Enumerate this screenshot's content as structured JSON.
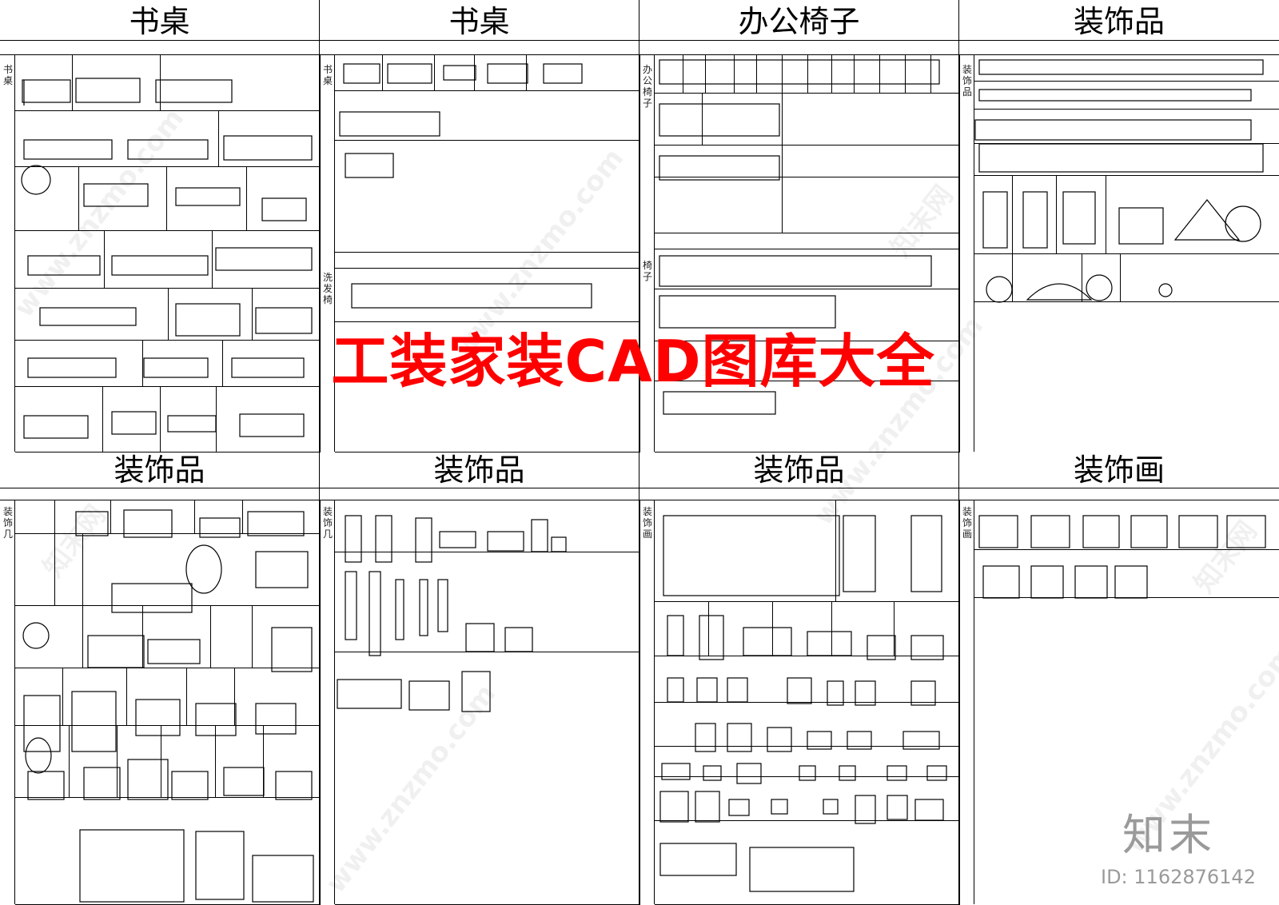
{
  "banner": {
    "text": "工装家装CAD图库大全"
  },
  "panels_top": [
    {
      "title": "书桌",
      "labels": [
        "书",
        "桌"
      ]
    },
    {
      "title": "书桌",
      "labels": [
        "书",
        "桌"
      ],
      "labels2": [
        "洗",
        "发",
        "椅"
      ]
    },
    {
      "title": "办公椅子",
      "labels": [
        "办",
        "公",
        "椅",
        "子"
      ],
      "labels2": [
        "椅",
        "子"
      ]
    },
    {
      "title": "装饰品",
      "labels": [
        "装",
        "饰",
        "品"
      ]
    }
  ],
  "panels_bottom": [
    {
      "title": "装饰品",
      "labels": [
        "装",
        "饰",
        "几"
      ]
    },
    {
      "title": "装饰品",
      "labels": [
        "装",
        "饰",
        "几"
      ]
    },
    {
      "title": "装饰品",
      "labels": [
        "装",
        "饰",
        "画"
      ]
    },
    {
      "title": "装饰画",
      "labels": [
        "装",
        "饰",
        "画"
      ]
    }
  ],
  "watermark": {
    "text": "www.znzmo.com",
    "brand": "知末网"
  },
  "logo": {
    "text": "知末"
  },
  "image_id": {
    "text": "ID: 1162876142"
  },
  "colors": {
    "banner": "#ff0000",
    "lines": "#000000",
    "watermark": "#9a9a9a"
  }
}
